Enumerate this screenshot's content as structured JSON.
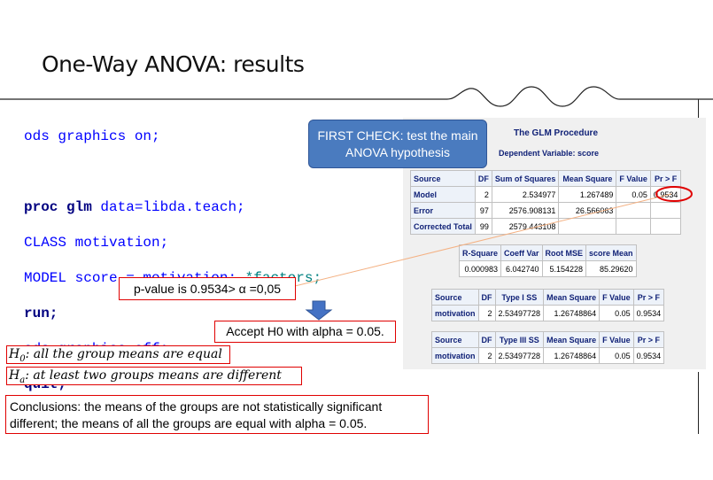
{
  "slide": {
    "title": "One-Way ANOVA: results",
    "code_lines": {
      "l1": "ods graphics on;",
      "l2_kw": "proc glm",
      "l2_rest": " data=libda.teach;",
      "l3": "CLASS motivation;",
      "l4": "MODEL score = motivation;",
      "l4_comment": " *factors;",
      "l5": "run;",
      "l6": "ods graphics off;",
      "l7": "quit;"
    },
    "callout": "FIRST CHECK: test the main ANOVA hypothesis",
    "pvalue_note": "p-value is 0.9534> α =0,05",
    "accept_note": "Accept H0 with alpha = 0.05.",
    "h0": {
      "sym": "H",
      "sub": "0",
      "text": ": all the group means are equal"
    },
    "ha": {
      "sym": "H",
      "sub": "a",
      "text": ": at least two groups means are different"
    },
    "conclusion": "Conclusions: the means of the groups are not statistically significant different; the means of all the groups are equal with alpha = 0.05."
  },
  "glm": {
    "title": "The GLM Procedure",
    "depvar": "Dependent Variable: score",
    "anova": {
      "headers": [
        "Source",
        "DF",
        "Sum of Squares",
        "Mean Square",
        "F Value",
        "Pr > F"
      ],
      "rows": [
        [
          "Model",
          "2",
          "2.534977",
          "1.267489",
          "0.05",
          "0.9534"
        ],
        [
          "Error",
          "97",
          "2576.908131",
          "26.566063",
          "",
          ""
        ],
        [
          "Corrected Total",
          "99",
          "2579.443108",
          "",
          "",
          ""
        ]
      ]
    },
    "fit": {
      "headers": [
        "R-Square",
        "Coeff Var",
        "Root MSE",
        "score Mean"
      ],
      "row": [
        "0.000983",
        "6.042740",
        "5.154228",
        "85.29620"
      ]
    },
    "type1": {
      "headers": [
        "Source",
        "DF",
        "Type I SS",
        "Mean Square",
        "F Value",
        "Pr > F"
      ],
      "row": [
        "motivation",
        "2",
        "2.53497728",
        "1.26748864",
        "0.05",
        "0.9534"
      ]
    },
    "type3": {
      "headers": [
        "Source",
        "DF",
        "Type III SS",
        "Mean Square",
        "F Value",
        "Pr > F"
      ],
      "row": [
        "motivation",
        "2",
        "2.53497728",
        "1.26748864",
        "0.05",
        "0.9534"
      ]
    }
  },
  "colors": {
    "accent_red": "#e00000",
    "callout_blue": "#4a7bbf",
    "arrow_blue": "#4472c4"
  }
}
